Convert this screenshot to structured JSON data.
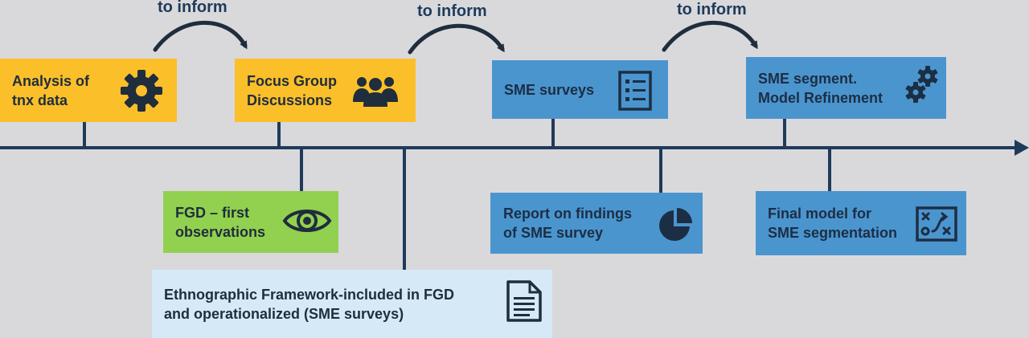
{
  "arrows": {
    "inform_1": "to inform",
    "inform_2": "to inform",
    "inform_3": "to inform"
  },
  "boxes": {
    "analysis": "Analysis of\ntnx data",
    "focus_group": "Focus Group\nDiscussions",
    "sme_surveys": "SME surveys",
    "refinement": "SME segment.\nModel Refinement",
    "fgd_obs": "FGD – first\nobservations",
    "report": "Report on findings\nof SME survey",
    "final_model": "Final model for\nSME segmentation",
    "ethnographic": "Ethnographic Framework-included in FGD\n and operationalized (SME surveys)"
  },
  "icons": {
    "analysis": "gear-icon",
    "focus_group": "group-icon",
    "sme_surveys": "checklist-icon",
    "refinement": "gears-icon",
    "fgd_obs": "eye-icon",
    "report": "pie-chart-icon",
    "final_model": "strategy-board-icon",
    "ethnographic": "document-icon"
  },
  "colors": {
    "yellow": "#fbbf2a",
    "blue": "#4b95cf",
    "green": "#92d050",
    "light_blue": "#d5e9f6",
    "navy": "#1f3a5a",
    "background": "#d9d9dc"
  }
}
